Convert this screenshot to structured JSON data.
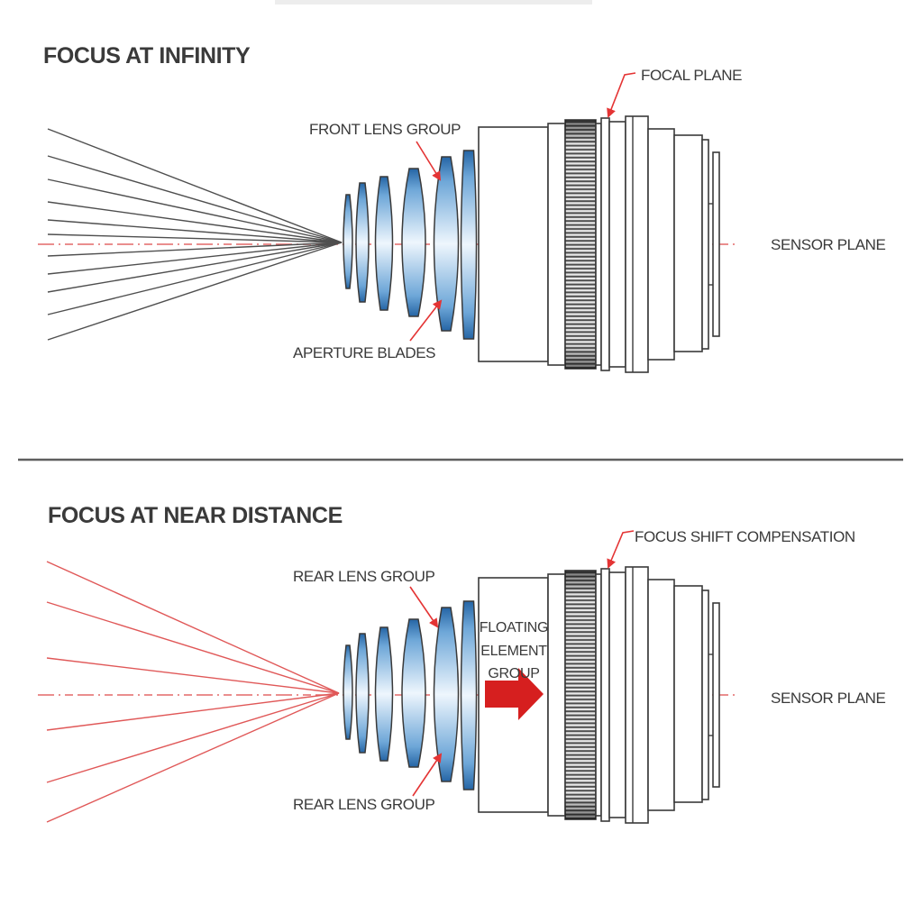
{
  "colors": {
    "text": "#3a3a3a",
    "outline": "#3a3a3a",
    "ray_dark": "#4f4f4f",
    "ray_red": "#e05858",
    "accent_red": "#e43434",
    "big_arrow_red": "#d61f1f",
    "lens_dark": "#2565a5",
    "lens_mid": "#6ea7d8",
    "lens_light": "#eef6fd",
    "knurl_bg": "#e8e8e8",
    "knurl_line": "#4c4c4c",
    "divider": "#5f5f5f",
    "top_bar": "#ededed",
    "background": "#ffffff"
  },
  "sections": {
    "infinity": {
      "title": "FOCUS AT INFINITY",
      "labels": {
        "front_lens_group": "FRONT LENS GROUP",
        "aperture_blades": "APERTURE BLADES",
        "focal_plane": "FOCAL PLANE",
        "sensor_plane": "SENSOR PLANE"
      }
    },
    "near_distance": {
      "title": "FOCUS AT NEAR DISTANCE",
      "labels": {
        "rear_lens_group_upper": "REAR LENS GROUP",
        "rear_lens_group_lower": "REAR LENS GROUP",
        "focus_shift_compensation": "FOCUS SHIFT COMPENSATION",
        "sensor_plane": "SENSOR PLANE",
        "floating_element_line1": "FLOATING",
        "floating_element_line2": "ELEMENT",
        "floating_element_line3": "GROUP"
      }
    }
  }
}
